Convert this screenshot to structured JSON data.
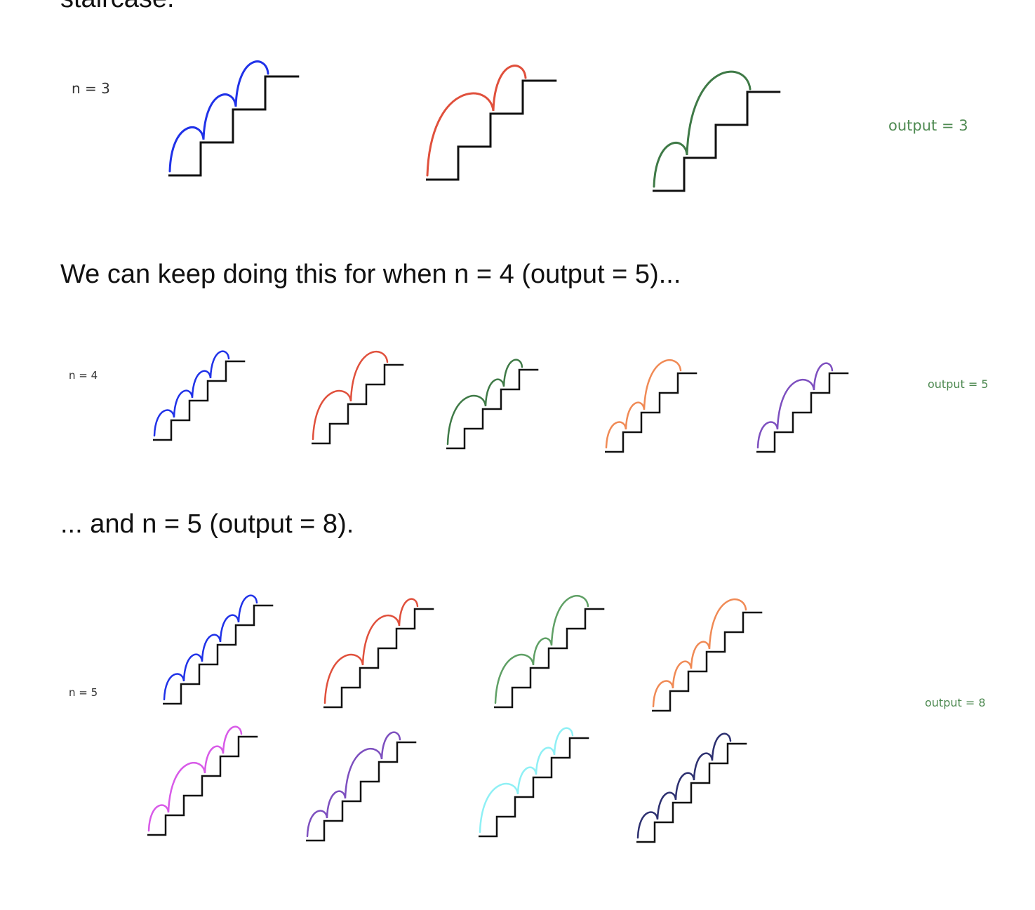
{
  "text": {
    "cut_off_line": "staircase.",
    "para_n4": "We can keep doing this for when n = 4 (output = 5)...",
    "para_n5": "... and n = 5 (output = 8)."
  },
  "figures": {
    "n3": {
      "n_label": "n = 3",
      "output_label": "output = 3",
      "ways": [
        {
          "steps": [
            1,
            1,
            1
          ],
          "color": "#2032e8"
        },
        {
          "steps": [
            2,
            1
          ],
          "color": "#e0503c"
        },
        {
          "steps": [
            1,
            2
          ],
          "color": "#3f7a47"
        }
      ]
    },
    "n4": {
      "n_label": "n = 4",
      "output_label": "output = 5",
      "ways": [
        {
          "steps": [
            1,
            1,
            1,
            1
          ],
          "color": "#2032e8"
        },
        {
          "steps": [
            2,
            2
          ],
          "color": "#e0503c"
        },
        {
          "steps": [
            2,
            1,
            1
          ],
          "color": "#3f7a47"
        },
        {
          "steps": [
            1,
            1,
            2
          ],
          "color": "#f08a55"
        },
        {
          "steps": [
            1,
            2,
            1
          ],
          "color": "#7d4fbf"
        }
      ]
    },
    "n5": {
      "n_label": "n = 5",
      "output_label": "output = 8",
      "ways": [
        {
          "steps": [
            1,
            1,
            1,
            1,
            1
          ],
          "color": "#2032e8"
        },
        {
          "steps": [
            2,
            2,
            1
          ],
          "color": "#e0503c"
        },
        {
          "steps": [
            2,
            1,
            2
          ],
          "color": "#5fa065"
        },
        {
          "steps": [
            1,
            1,
            1,
            2
          ],
          "color": "#f08a55"
        },
        {
          "steps": [
            1,
            2,
            1,
            1
          ],
          "color": "#d85ae8"
        },
        {
          "steps": [
            1,
            1,
            2,
            1
          ],
          "color": "#7d4fbf"
        },
        {
          "steps": [
            2,
            1,
            1,
            1
          ],
          "color": "#8ff0f5"
        },
        {
          "steps": [
            1,
            1,
            1,
            1,
            1
          ],
          "color": "#2d3070"
        }
      ]
    }
  },
  "colors": {
    "stair": "#111111",
    "output_text": "#4f8a52",
    "label_text": "#333333"
  }
}
